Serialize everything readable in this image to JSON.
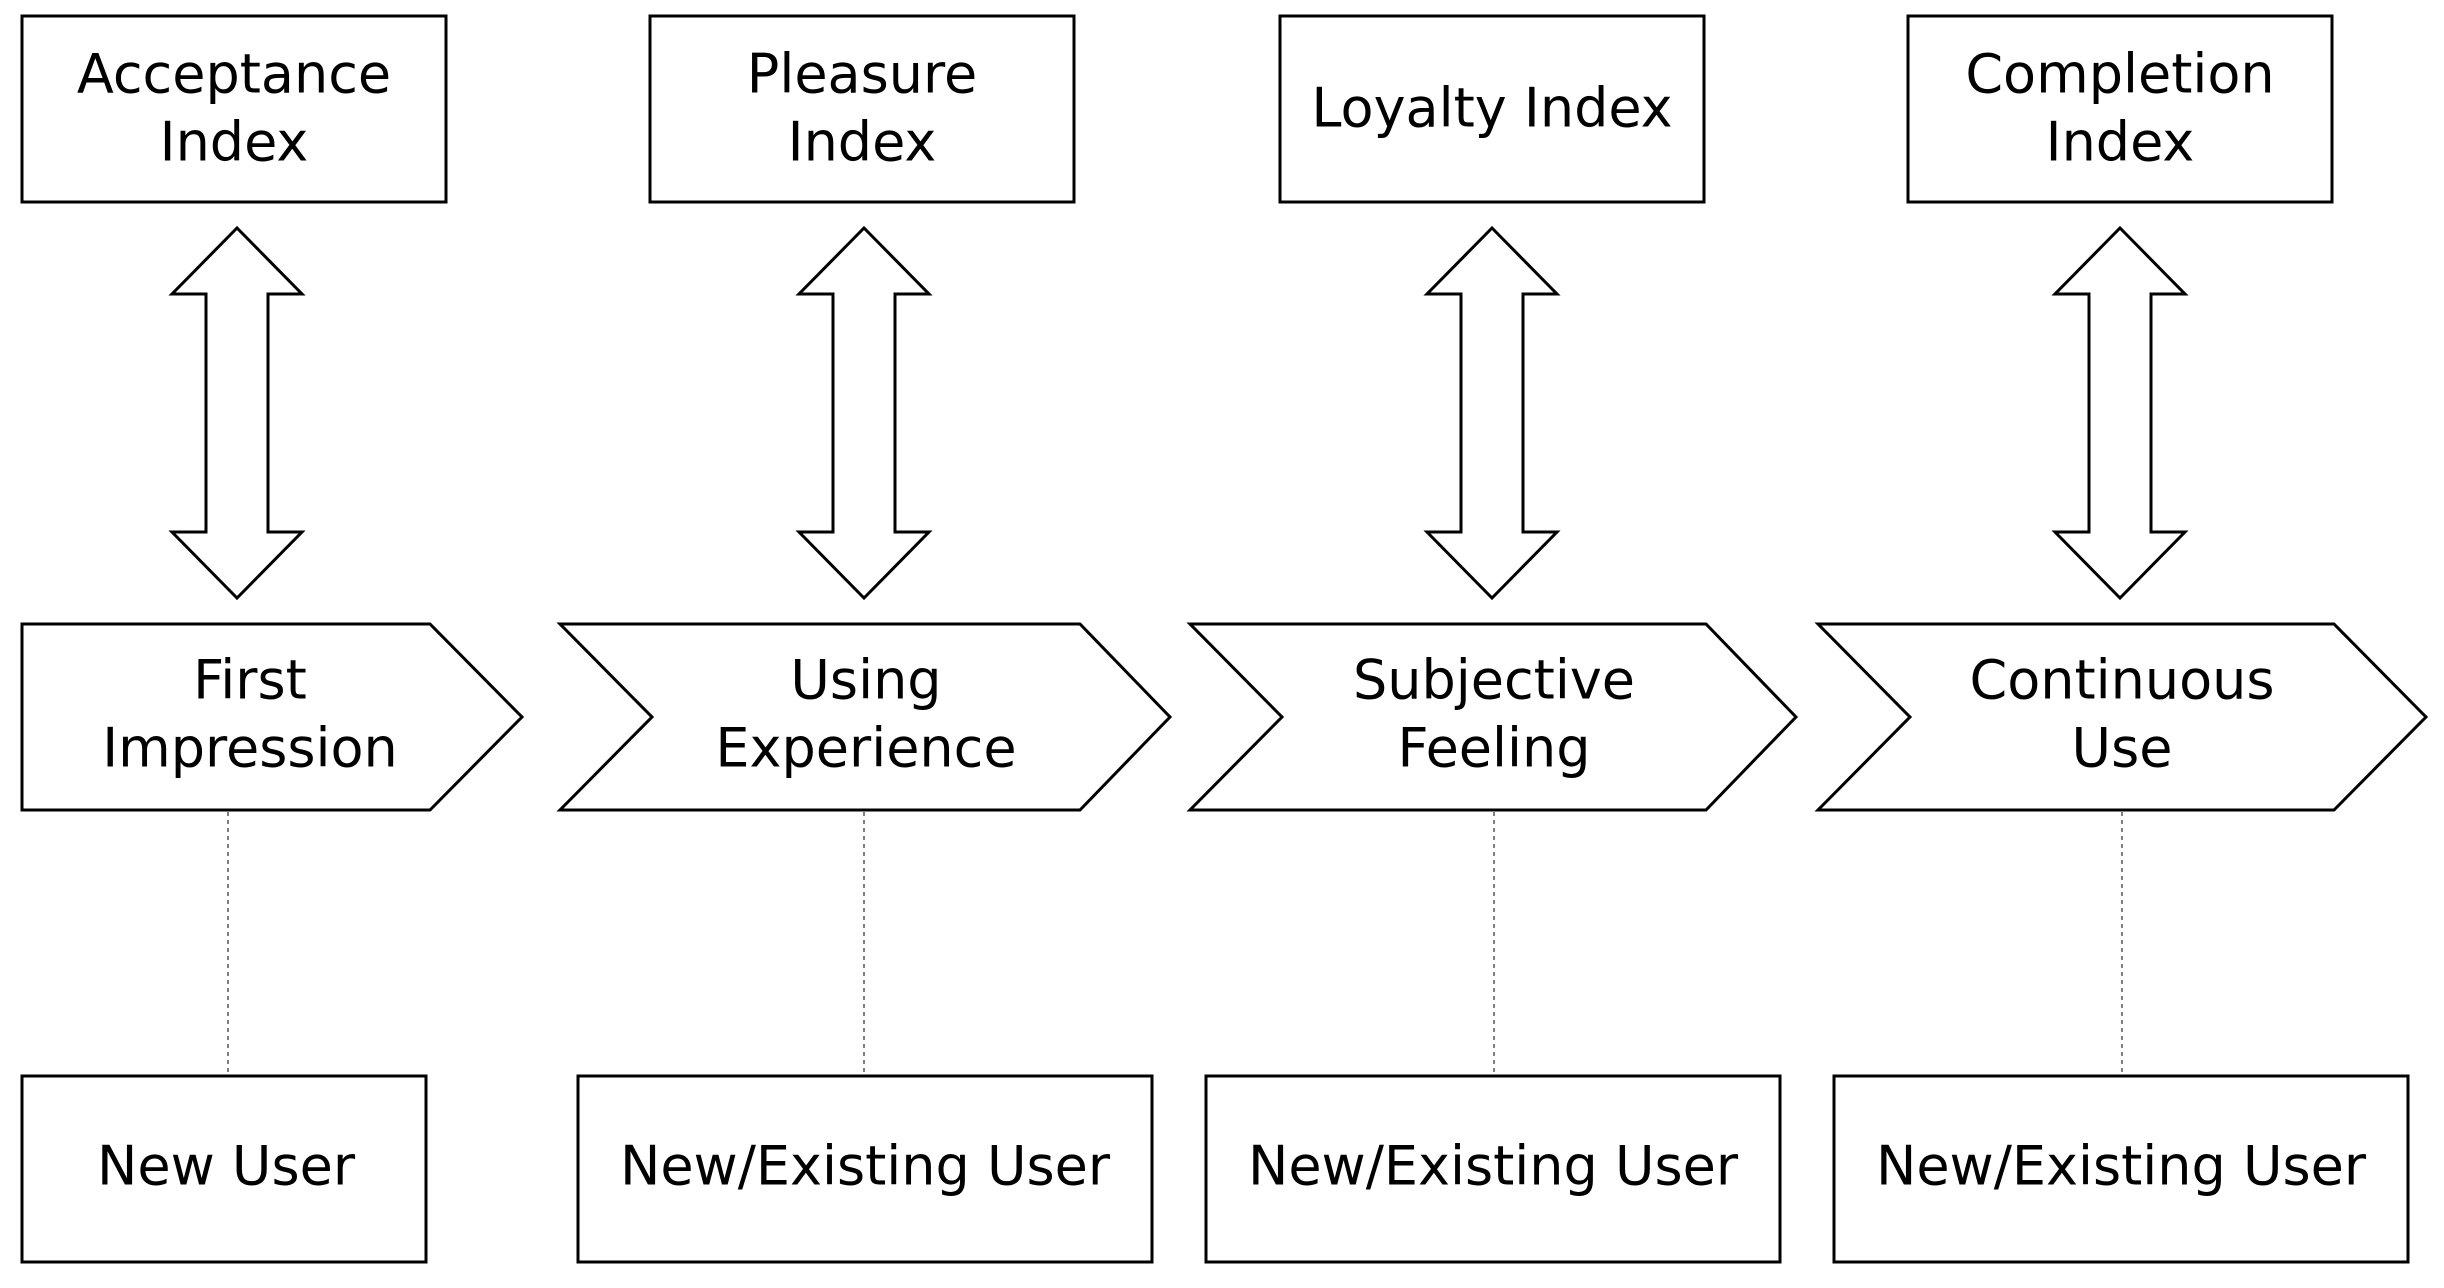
{
  "columns": [
    {
      "index": {
        "lines": [
          "Acceptance",
          "Index"
        ]
      },
      "stage": {
        "lines": [
          "First",
          "Impression"
        ]
      },
      "user": {
        "label": "New User"
      }
    },
    {
      "index": {
        "lines": [
          "Pleasure",
          "Index"
        ]
      },
      "stage": {
        "lines": [
          "Using",
          "Experience"
        ]
      },
      "user": {
        "label": "New/Existing User"
      }
    },
    {
      "index": {
        "lines": [
          "Loyalty Index"
        ]
      },
      "stage": {
        "lines": [
          "Subjective",
          "Feeling"
        ]
      },
      "user": {
        "label": "New/Existing User"
      }
    },
    {
      "index": {
        "lines": [
          "Completion",
          "Index"
        ]
      },
      "stage": {
        "lines": [
          "Continuous",
          "Use"
        ]
      },
      "user": {
        "label": "New/Existing User"
      }
    }
  ]
}
